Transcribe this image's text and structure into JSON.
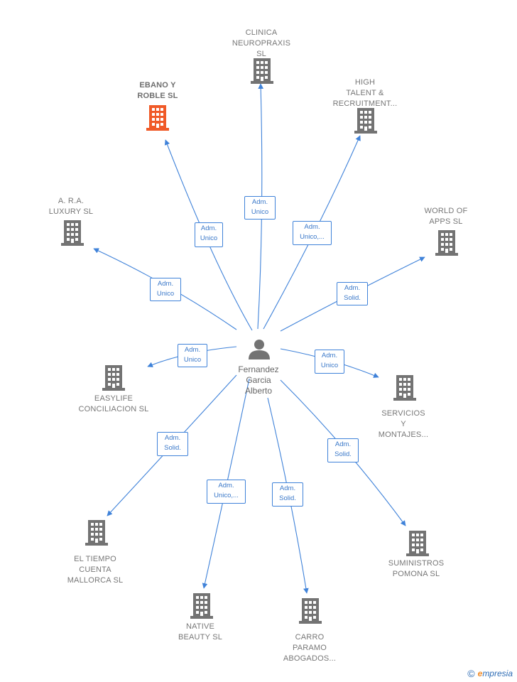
{
  "colors": {
    "edge": "#3f82d9",
    "building": "#737373",
    "highlight": "#f05a28",
    "person": "#737373"
  },
  "center": {
    "label": "Fernandez\nGarcia\nAlberto",
    "icon": "person-icon"
  },
  "nodes": [
    {
      "id": "ebano",
      "label": "EBANO Y\nROBLE  SL",
      "role": "Adm.\nUnico",
      "highlight": true
    },
    {
      "id": "clinica",
      "label": "CLINICA\nNEUROPRAXIS\nSL",
      "role": "Adm.\nUnico"
    },
    {
      "id": "high",
      "label": "HIGH\nTALENT &\nRECRUITMENT...",
      "role": "Adm.\nUnico,..."
    },
    {
      "id": "world",
      "label": "WORLD OF\nAPPS SL",
      "role": "Adm.\nSolid."
    },
    {
      "id": "ara",
      "label": "A. R.A.\nLUXURY  SL",
      "role": "Adm.\nUnico"
    },
    {
      "id": "easylife",
      "label": "EASYLIFE\nCONCILIACION SL",
      "role": "Adm.\nUnico"
    },
    {
      "id": "servicios",
      "label": "SERVICIOS\nY\nMONTAJES...",
      "role": "Adm.\nUnico"
    },
    {
      "id": "tiempo",
      "label": "EL TIEMPO\nCUENTA\nMALLORCA SL",
      "role": "Adm.\nSolid."
    },
    {
      "id": "native",
      "label": "NATIVE\nBEAUTY  SL",
      "role": "Adm.\nUnico,..."
    },
    {
      "id": "carro",
      "label": "CARRO\nPARAMO\nABOGADOS...",
      "role": "Adm.\nSolid."
    },
    {
      "id": "suministros",
      "label": "SUMINISTROS\nPOMONA  SL",
      "role": "Adm.\nSolid."
    }
  ],
  "footer": {
    "copyright": "©",
    "brand_initial": "e",
    "brand_rest": "mpresia"
  }
}
